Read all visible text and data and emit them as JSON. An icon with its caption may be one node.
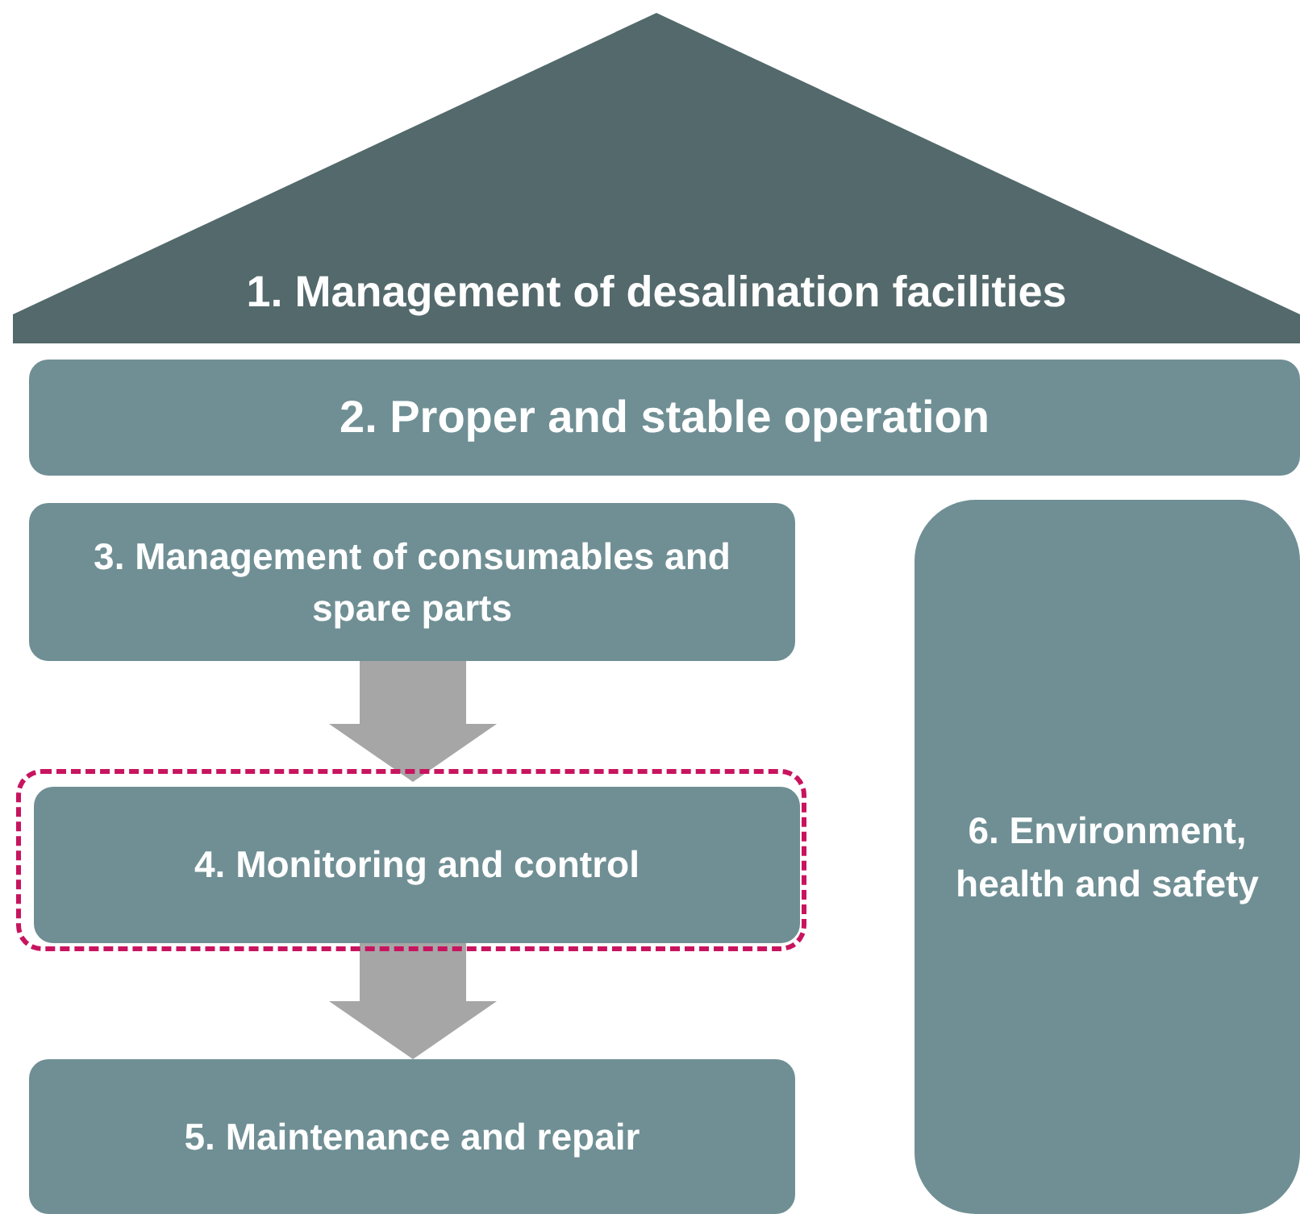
{
  "diagram": {
    "nodes": [
      {
        "text": [
          "1. Management of desalination facilities"
        ]
      },
      {
        "text": [
          "2. Proper and stable operation"
        ]
      },
      {
        "text": [
          "3. Management of consumables and spare parts"
        ]
      },
      {
        "text": [],
        "shape": "box"
      },
      {
        "text": [
          "4. Monitoring and control"
        ],
        "in": 3
      },
      {
        "text": [
          "5. Maintenance and repair"
        ]
      },
      {
        "text": [
          "6. Environment, health and safety"
        ]
      }
    ],
    "edges": [
      {
        "from": 2,
        "to": 4,
        "arrow": "to"
      },
      {
        "from": 4,
        "to": 5,
        "arrow": "to"
      }
    ]
  }
}
